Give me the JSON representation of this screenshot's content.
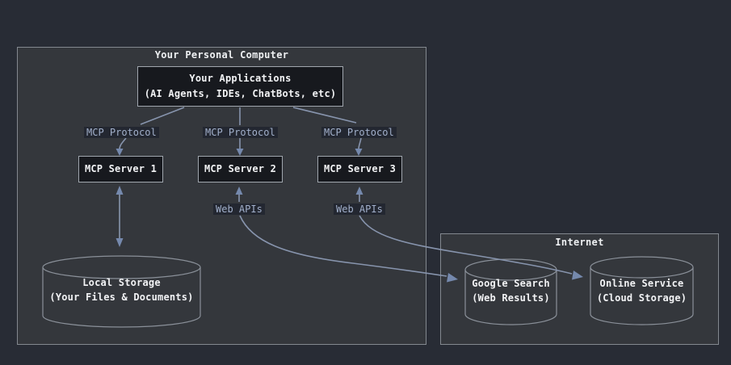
{
  "diagram": {
    "pc_box": {
      "title": "Your Personal Computer",
      "app_box": {
        "title": "Your Applications",
        "subtitle": "(AI Agents, IDEs, ChatBots, etc)"
      },
      "protocol_labels": [
        "MCP Protocol",
        "MCP Protocol",
        "MCP Protocol"
      ],
      "servers": [
        "MCP Server 1",
        "MCP Server 2",
        "MCP Server 3"
      ],
      "webapi_labels": [
        "Web APIs",
        "Web APIs"
      ],
      "local_storage": {
        "title": "Local Storage",
        "subtitle": "(Your Files & Documents)"
      }
    },
    "internet_box": {
      "title": "Internet",
      "google_search": {
        "title": "Google Search",
        "subtitle": "(Web Results)"
      },
      "online_service": {
        "title": "Online Service",
        "subtitle": "(Cloud Storage)"
      }
    },
    "colors": {
      "page_bg": "#282c35",
      "panel_bg": "#34373c",
      "panel_border": "#83888f",
      "node_bg": "#17191e",
      "node_border": "#a0a6ae",
      "label_bg": "#232731",
      "label_text": "#a2b0cb",
      "line": "#8794ad",
      "arrowhead": "#7589ad",
      "text": "#f2f3f5"
    }
  }
}
